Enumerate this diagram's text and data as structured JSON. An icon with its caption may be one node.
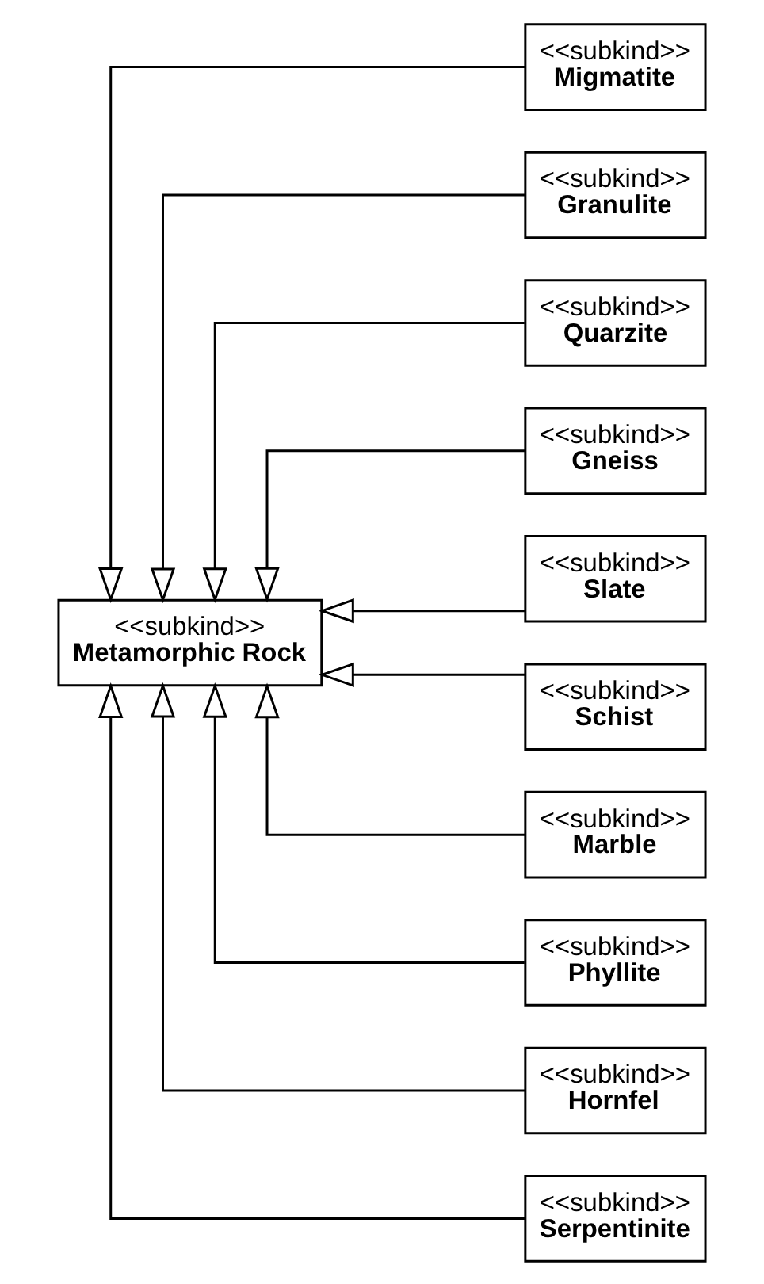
{
  "diagram": {
    "nodes": [
      {
        "text": [
          "<<subkind>>",
          "Migmatite"
        ]
      },
      {
        "text": [
          "<<subkind>>",
          "Granulite"
        ]
      },
      {
        "text": [
          "<<subkind>>",
          "Quarzite"
        ]
      },
      {
        "text": [
          "<<subkind>>",
          "Gneiss"
        ]
      },
      {
        "text": [
          "<<subkind>>",
          "Metamorphic Rock"
        ]
      },
      {
        "text": [
          "<<subkind>>",
          "Slate"
        ]
      },
      {
        "text": [
          "<<subkind>>",
          "Schist"
        ]
      },
      {
        "text": [
          "<<subkind>>",
          "Marble"
        ]
      },
      {
        "text": [
          "<<subkind>>",
          "Phyllite"
        ]
      },
      {
        "text": [
          "<<subkind>>",
          "Hornfel"
        ]
      },
      {
        "text": [
          "<<subkind>>",
          "Serpentinite"
        ]
      }
    ],
    "edges": [
      {
        "from": 0,
        "to": 4,
        "arrow": "to"
      },
      {
        "from": 1,
        "to": 4,
        "arrow": "to"
      },
      {
        "from": 2,
        "to": 4,
        "arrow": "to"
      },
      {
        "from": 3,
        "to": 4,
        "arrow": "to"
      },
      {
        "from": 5,
        "to": 4,
        "arrow": "to"
      },
      {
        "from": 6,
        "to": 4,
        "arrow": "to"
      },
      {
        "from": 7,
        "to": 4,
        "arrow": "to"
      },
      {
        "from": 8,
        "to": 4,
        "arrow": "to"
      },
      {
        "from": 9,
        "to": 4,
        "arrow": "to"
      },
      {
        "from": 10,
        "to": 4,
        "arrow": "to"
      }
    ]
  }
}
